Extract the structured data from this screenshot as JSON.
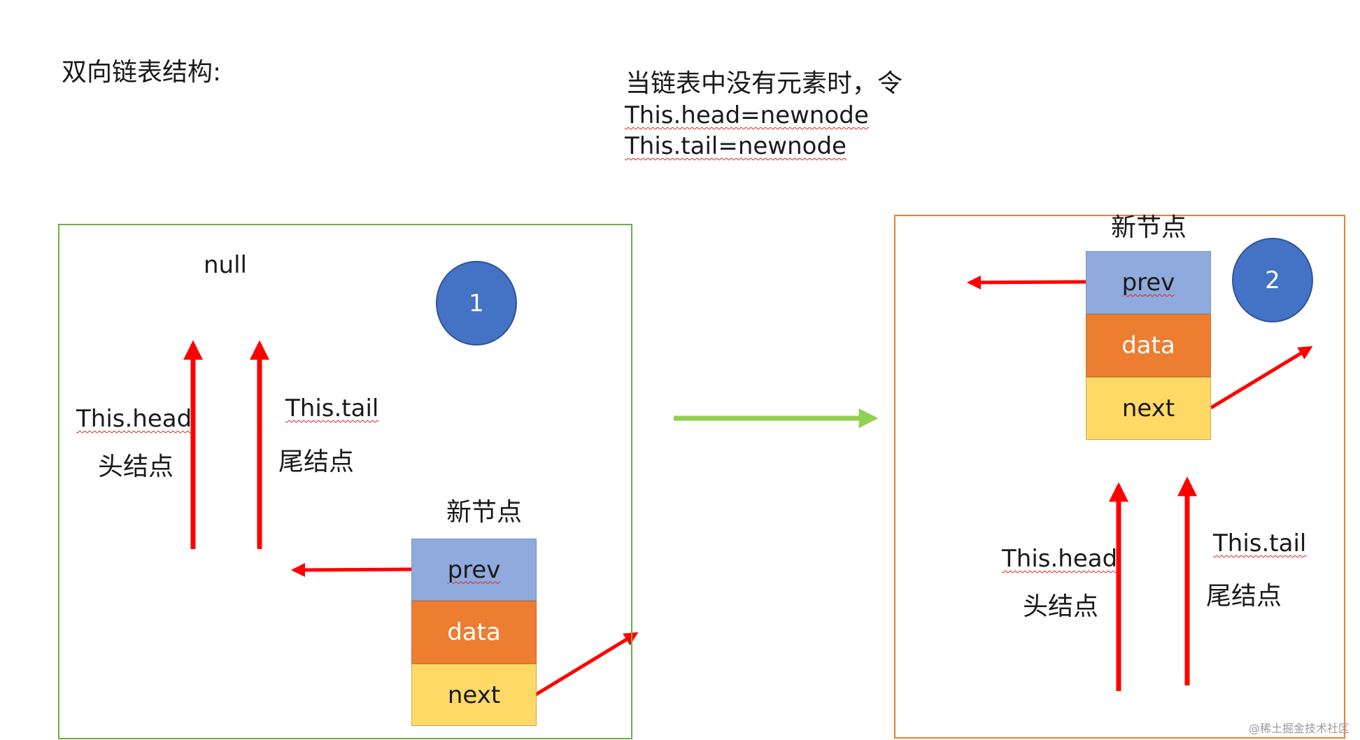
{
  "title": "双向链表结构:",
  "condition": {
    "line1": "当链表中没有元素时，令",
    "line2": "This.head=newnode",
    "line3": "This.tail=newnode"
  },
  "left_panel": {
    "null_label": "null",
    "step": "1",
    "head_code": "This.head",
    "head_cn": "头结点",
    "tail_code": "This.tail",
    "tail_cn": "尾结点",
    "node_label": "新节点",
    "node": {
      "prev": "prev",
      "data": "data",
      "next": "next"
    }
  },
  "right_panel": {
    "step": "2",
    "node_label": "新节点",
    "node": {
      "prev": "prev",
      "data": "data",
      "next": "next"
    },
    "head_code": "This.head",
    "head_cn": "头结点",
    "tail_code": "This.tail",
    "tail_cn": "尾结点"
  },
  "watermark": "@稀土掘金技术社区",
  "colors": {
    "left_frame": "#70ad47",
    "right_frame": "#ed7d31",
    "prev_cell": "#8faadc",
    "data_cell": "#ed7d31",
    "next_cell": "#ffd966",
    "badge": "#4472c4",
    "pointer_arrow": "#ff0000",
    "transition_arrow": "#92d050"
  }
}
